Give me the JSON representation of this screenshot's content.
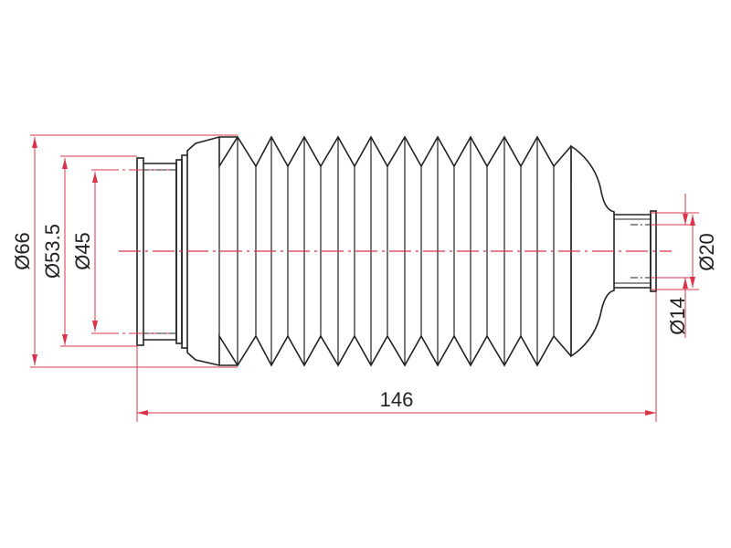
{
  "colors": {
    "outline": "#222222",
    "dimension": "#d9344a",
    "centerline": "#d9344a",
    "background": "#ffffff"
  },
  "dimensions": {
    "outer_diameter": "Ø66",
    "middle_diameter": "Ø53.5",
    "inner_diameter": "Ø45",
    "small_outer_diameter": "Ø20",
    "small_inner_diameter": "Ø14",
    "overall_length": "146"
  },
  "bellows": {
    "convolution_count": 10
  }
}
